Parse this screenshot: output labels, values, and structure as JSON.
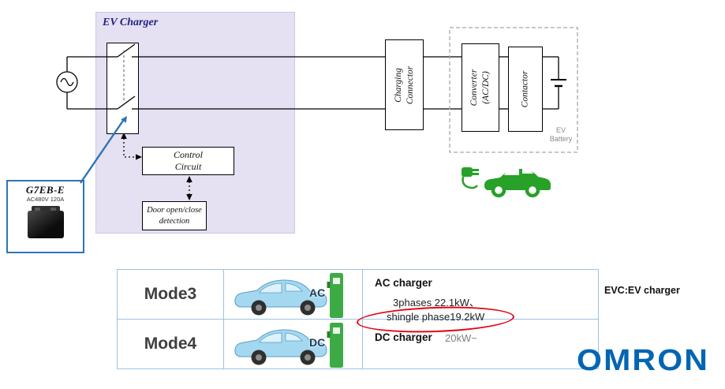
{
  "diagram": {
    "ev_charger_label": "EV Charger",
    "control_circuit": {
      "line1": "Control",
      "line2": "Circuit"
    },
    "door_detection": {
      "line1": "Door open/close",
      "line2": "detection"
    },
    "charging_connector": {
      "line1": "Charging",
      "line2": "Connector"
    },
    "converter": {
      "line1": "Converter",
      "line2": "(AC/DC)"
    },
    "contactor": {
      "label": "Contactor"
    },
    "ev_battery": {
      "line1": "EV",
      "line2": "Battery"
    },
    "relay": {
      "model": "G7EB-E",
      "spec": "AC480V 120A"
    }
  },
  "table": {
    "rows": [
      {
        "mode": "Mode3",
        "plug": "AC",
        "title": "AC charger",
        "detail1": "3phases 22.1kW、",
        "detail2": "shingle phase19.2kW"
      },
      {
        "mode": "Mode4",
        "plug": "DC",
        "title": "DC charger",
        "detail1": "20kW~"
      }
    ],
    "note": "EVC:EV charger"
  },
  "logo": "OMRON",
  "colors": {
    "accent_blue": "#2e75b6",
    "omron_blue": "#0066b3",
    "ev_green": "#27a127",
    "highlight_red": "#e30613",
    "charger_region_bg": "#e5e0f2",
    "table_border": "#9cc3e5"
  }
}
